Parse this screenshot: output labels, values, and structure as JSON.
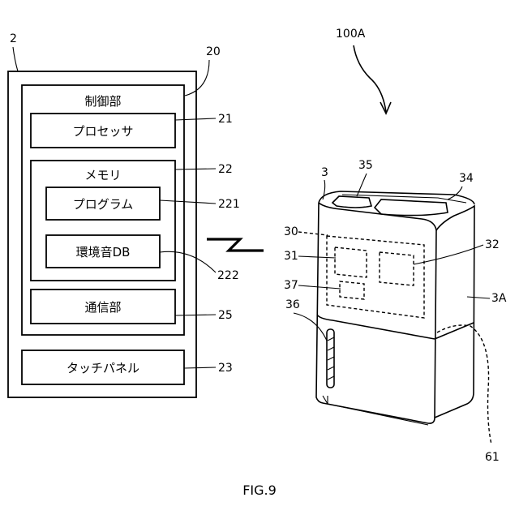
{
  "device": {
    "ref": "2",
    "control": {
      "ref": "20",
      "label": "制御部",
      "processor": {
        "ref": "21",
        "label": "プロセッサ"
      },
      "memory": {
        "ref": "22",
        "label": "メモリ",
        "program": {
          "ref": "221",
          "label": "プログラム"
        },
        "sound_db": {
          "ref": "222",
          "label": "環境音DB"
        }
      },
      "comm": {
        "ref": "25",
        "label": "通信部"
      }
    },
    "touch_panel": {
      "ref": "23",
      "label": "タッチパネル"
    }
  },
  "appliance": {
    "ref": "100A",
    "body_ref": "3",
    "tank_ref": "35",
    "top_ref": "34",
    "panel_ref": "30",
    "area_left_ref": "31",
    "area_right_ref": "32",
    "area_small_ref": "37",
    "window_ref": "36",
    "side_ref": "3A",
    "dashed_ref": "61"
  },
  "caption": "FIG.9"
}
